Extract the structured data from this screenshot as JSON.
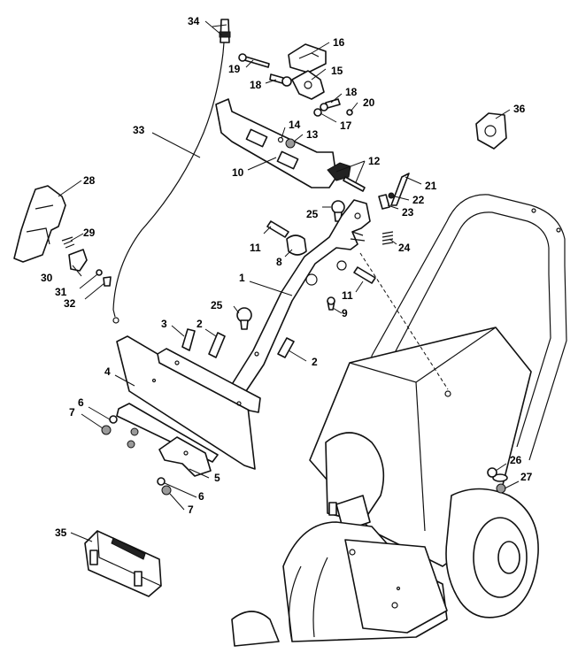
{
  "labels": {
    "l34": "34",
    "l16": "16",
    "l19": "19",
    "l15": "15",
    "l18a": "18",
    "l18b": "18",
    "l20": "20",
    "l17": "17",
    "l36": "36",
    "l33": "33",
    "l14": "14",
    "l13": "13",
    "l10": "10",
    "l12": "12",
    "l28": "28",
    "l21": "21",
    "l22": "22",
    "l25a": "25",
    "l23": "23",
    "l29": "29",
    "l11a": "11",
    "l24": "24",
    "l8": "8",
    "l30": "30",
    "l31": "31",
    "l32": "32",
    "l1": "1",
    "l11b": "11",
    "l25b": "25",
    "l9": "9",
    "l3": "3",
    "l2a": "2",
    "l2b": "2",
    "l4": "4",
    "l6a": "6",
    "l7a": "7",
    "l5": "5",
    "l26": "26",
    "l27": "27",
    "l6b": "6",
    "l7b": "7",
    "l35": "35"
  }
}
